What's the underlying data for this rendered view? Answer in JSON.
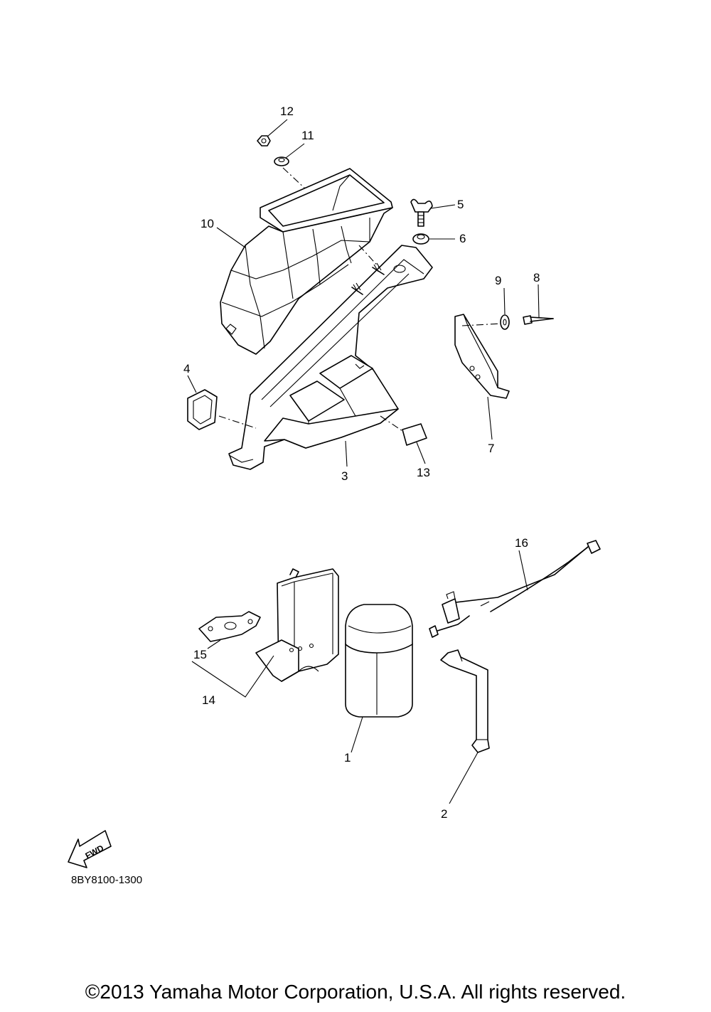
{
  "callouts": [
    {
      "id": "1",
      "label": "1"
    },
    {
      "id": "2",
      "label": "2"
    },
    {
      "id": "3",
      "label": "3"
    },
    {
      "id": "4",
      "label": "4"
    },
    {
      "id": "5",
      "label": "5"
    },
    {
      "id": "6",
      "label": "6"
    },
    {
      "id": "7",
      "label": "7"
    },
    {
      "id": "8",
      "label": "8"
    },
    {
      "id": "9",
      "label": "9"
    },
    {
      "id": "10",
      "label": "10"
    },
    {
      "id": "11",
      "label": "11"
    },
    {
      "id": "12",
      "label": "12"
    },
    {
      "id": "13",
      "label": "13"
    },
    {
      "id": "14",
      "label": "14"
    },
    {
      "id": "15",
      "label": "15"
    },
    {
      "id": "16",
      "label": "16"
    }
  ],
  "fwd_arrow": {
    "label": "FWD"
  },
  "part_code": "8BY8100-1300",
  "copyright": "©2013 Yamaha Motor Corporation, U.S.A. All rights reserved."
}
